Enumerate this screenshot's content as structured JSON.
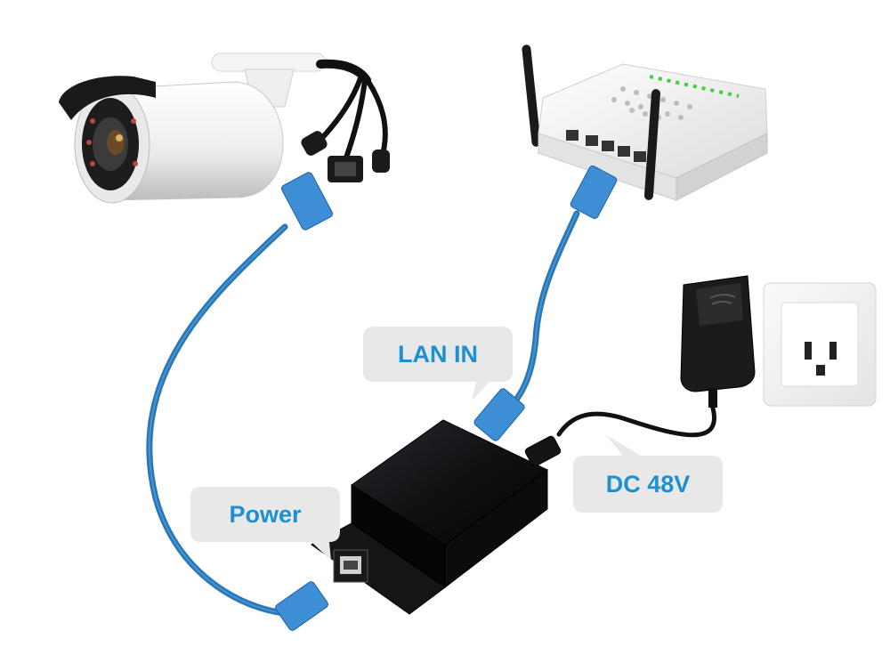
{
  "colors": {
    "label_text": "#1e8fd0",
    "bubble_fill": "#e8e8e8",
    "cable_blue": "#2a77b7",
    "device_black": "#0e0e10",
    "device_white": "#f3f3f3"
  },
  "labels": {
    "lan_in": "LAN IN",
    "dc_48v": "DC 48V",
    "power": "Power"
  },
  "icons": {
    "camera": "bullet-camera-icon",
    "router": "wifi-router-icon",
    "injector": "poe-injector-icon",
    "adapter": "power-adapter-icon",
    "outlet": "wall-outlet-icon"
  }
}
